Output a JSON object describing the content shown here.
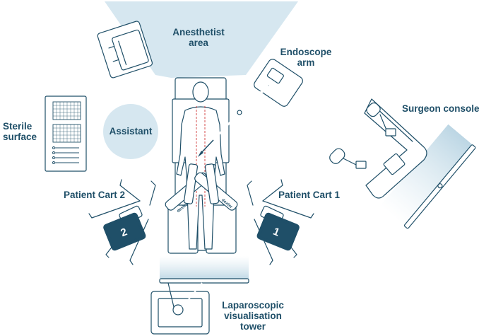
{
  "labels": {
    "anesthetist_area": [
      "Anesthetist",
      "area"
    ],
    "endoscope_arm": [
      "Endoscope",
      "arm"
    ],
    "surgeon_console": "Surgeon console",
    "sterile_surface": [
      "Sterile",
      "surface"
    ],
    "assistant": "Assistant",
    "patient_cart_2": "Patient Cart 2",
    "patient_cart_1": "Patient Cart 1",
    "laparoscopic_tower": [
      "Laparoscopic",
      "visualisation",
      "tower"
    ]
  },
  "cart_numbers": {
    "cart1": "1",
    "cart2": "2"
  },
  "arm_brand": "dexter",
  "colors": {
    "line": "#1f4f68",
    "zone_fill": "#d6e7f0",
    "accent_red": "#d23b3b",
    "background": "#ffffff"
  }
}
